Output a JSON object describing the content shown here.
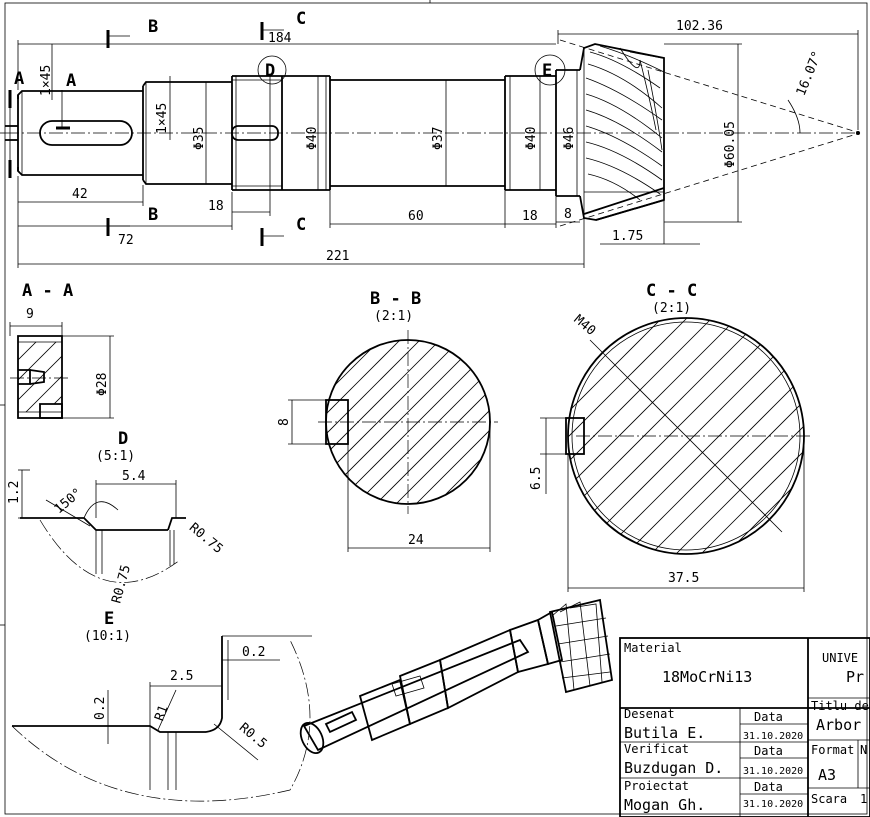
{
  "title_block": {
    "material_label": "Material",
    "material_value": "18MoCrNi13",
    "university": "UNIVE",
    "university_line2": "Pr",
    "desenat_label": "Desenat",
    "desenat_value": "Butila E.",
    "verificat_label": "Verificat",
    "verificat_value": "Buzdugan D.",
    "proiectat_label": "Proiectat",
    "proiectat_value": "Mogan Gh.",
    "data_label": "Data",
    "date_value": "31.10.2020",
    "titlu_label": "Titlu de",
    "titlu_value": "Arbor",
    "format_label": "Format",
    "format_value": "A3",
    "scara_label": "Scara",
    "scara_value": "1",
    "n_label": "N"
  },
  "main_view": {
    "dims": {
      "d184": "184",
      "d102": "102.36",
      "d42": "42",
      "d72": "72",
      "d221": "221",
      "d18a": "18",
      "d60": "60",
      "d18b": "18",
      "d8": "8",
      "d175": "1.75",
      "ch1": "1×45",
      "ch2": "1×45",
      "phi35": "Φ35",
      "phi40a": "Φ40",
      "phi37": "Φ37",
      "phi40b": "Φ40",
      "phi46": "Φ46",
      "phi60": "Φ60.05",
      "angle": "16.07°"
    },
    "cut_labels": {
      "a_top": "A",
      "a_bot": "A",
      "b_top": "B",
      "b_bot": "B",
      "c_top": "C",
      "c_bot": "C",
      "detail_d": "D",
      "detail_e": "E"
    }
  },
  "section_aa": {
    "title": "A - A",
    "d9": "9",
    "d28": "Φ28"
  },
  "section_bb": {
    "title": "B - B",
    "scale": "(2:1)",
    "d8": "8",
    "d24": "24"
  },
  "section_cc": {
    "title": "C - C",
    "scale": "(2:1)",
    "thread": "M40",
    "d65": "6.5",
    "d375": "37.5"
  },
  "detail_d": {
    "title": "D",
    "scale": "(5:1)",
    "d12": "1.2",
    "d54": "5.4",
    "angle": "150°",
    "r075a": "R0.75",
    "r075b": "R0.75"
  },
  "detail_e": {
    "title": "E",
    "scale": "(10:1)",
    "d25": "2.5",
    "d02a": "0.2",
    "d02b": "0.2",
    "r1": "R1",
    "r05": "R0.5"
  }
}
